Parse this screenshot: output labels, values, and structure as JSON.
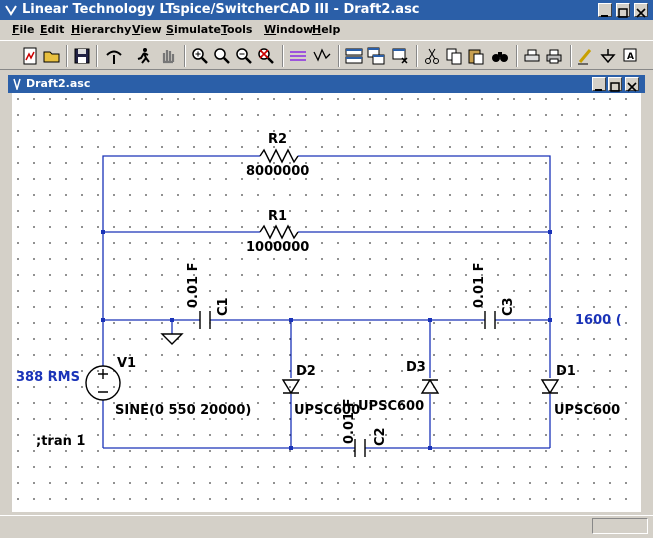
{
  "window": {
    "title": "Linear Technology LTspice/SwitcherCAD III - Draft2.asc"
  },
  "menu": [
    {
      "label": "File",
      "hot": "F"
    },
    {
      "label": "Edit",
      "hot": "E"
    },
    {
      "label": "Hierarchy",
      "hot": "H"
    },
    {
      "label": "View",
      "hot": "V"
    },
    {
      "label": "Simulate",
      "hot": "S"
    },
    {
      "label": "Tools",
      "hot": "T"
    },
    {
      "label": "Window",
      "hot": "W"
    },
    {
      "label": "Help",
      "hot": "H"
    }
  ],
  "toolbar": {
    "icons": [
      "new-schematic-icon",
      "open-icon",
      "save-icon",
      "control-panel-icon",
      "run-icon",
      "pan-hand-icon",
      "zoom-in-icon",
      "zoom-out-icon",
      "zoom-fit-icon",
      "zoom-cancel-icon",
      "waveform-icon",
      "tile-icon",
      "cascade-icon",
      "close-window-icon",
      "cut-icon",
      "copy-icon",
      "paste-icon",
      "find-icon",
      "print-setup-icon",
      "print-icon",
      "draw-wire-icon",
      "ground-icon",
      "label-net-icon"
    ]
  },
  "document": {
    "title": "Draft2.asc"
  },
  "schematic": {
    "r2": {
      "name": "R2",
      "value": "8000000"
    },
    "r1": {
      "name": "R1",
      "value": "1000000"
    },
    "c1": {
      "name": "C1",
      "value": "0.01 F"
    },
    "c3": {
      "name": "C3",
      "value": "0.01 F"
    },
    "c2": {
      "name": "C2",
      "value": "0.01 F"
    },
    "v1": {
      "name": "V1",
      "value": "SINE(0 550 20000)",
      "readout": "388 RMS"
    },
    "d1": {
      "name": "D1",
      "model": "UPSC600"
    },
    "d2": {
      "name": "D2",
      "model": "UPSC600"
    },
    "d3": {
      "name": "D3",
      "model": "UPSC600"
    },
    "output_readout": "1600 (",
    "directive": ";tran 1"
  },
  "colors": {
    "titlebar": "#2b5fa8",
    "wire": "#1a33b8",
    "readout": "#1a33b8"
  }
}
